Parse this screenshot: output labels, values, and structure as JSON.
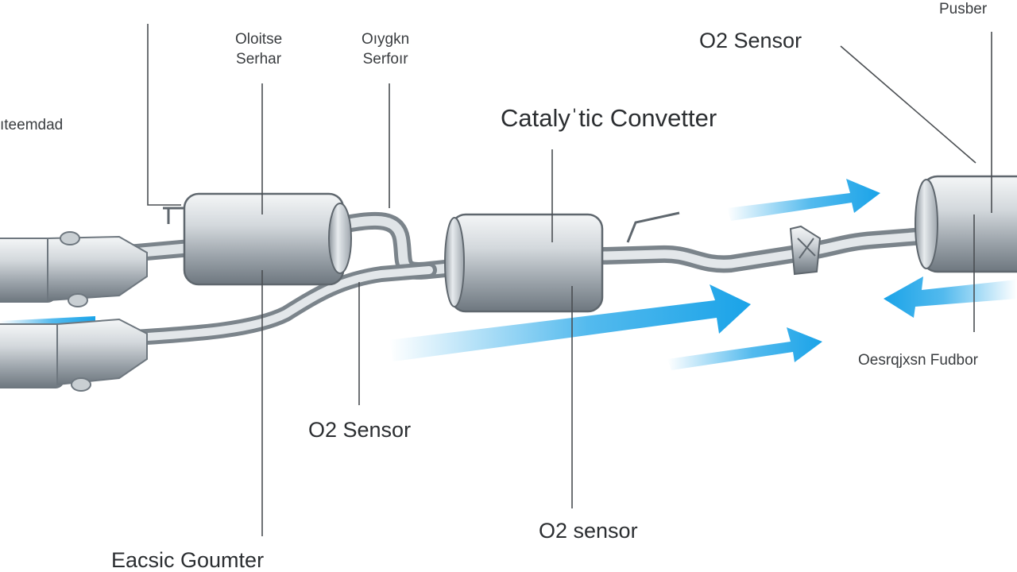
{
  "labels": {
    "top_clipped": "",
    "oxide_sensor": "Oloitse\nSerhar",
    "oxygen_sensor_top": "Oıygkn\nSerfoır",
    "o2_sensor_top_right": "O2 Sensor",
    "pusher": "Pusber",
    "intermediate": "ıteemdad",
    "catalytic_converter": "Catalyˈtic Convetter",
    "o2_sensor_middle": "O2 Sensor",
    "o2_sensor_bottom": "O2 sensor",
    "oxygen_sensor_right": "Oesrqjxsn Fudbor",
    "exhaust_counter": "Eacsic Goumter"
  },
  "colors": {
    "arrow": "#1aa3e8",
    "pipe_light": "#eef1f3",
    "pipe_mid": "#b9c0c6",
    "pipe_dark": "#6e777f",
    "leader": "#4a4e52"
  }
}
